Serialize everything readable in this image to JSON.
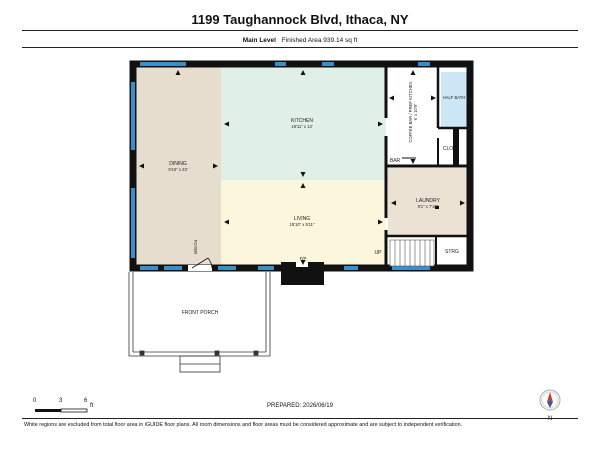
{
  "title": "1199 Taughannock Blvd, Ithaca, NY",
  "level": {
    "name": "Main Level",
    "area": "Finished Area 939.14 sq ft"
  },
  "rooms": {
    "dining": {
      "name": "DINING",
      "dims": "9'10\" x 23'"
    },
    "kitchen": {
      "name": "KITCHEN",
      "dims": "18'11\" x 13'"
    },
    "living": {
      "name": "LIVING",
      "dims": "18'10\" x 9'11\""
    },
    "laundry": {
      "name": "LAUNDRY",
      "dims": "9'1\" x 7'10\""
    },
    "coffee_bar": {
      "name": "COFFEE BAR / PREP KITCHEN",
      "dims": "6' x 10'9\""
    },
    "half_bath": "HALF BATH",
    "clo": "CLO",
    "bar": "BAR",
    "foyer": "FOYER",
    "up": "UP",
    "strg": "STRG",
    "front_porch": "FRONT PORCH",
    "fp": "F/P"
  },
  "scale": {
    "marks": [
      "0",
      "3",
      "6"
    ],
    "unit": "ft"
  },
  "prepared": "PREPARED: 2026/06/19",
  "footer": "White regions are excluded from total floor area in iGUIDE floor plans. All room dimensions and floor areas must be considered approximate and are subject to independent verification.",
  "compass_label": "N",
  "colors": {
    "dining": "#e6ddcf",
    "kitchen": "#e0f0e6",
    "living": "#fbf6dc",
    "laundry": "#ebe2d3",
    "half_bath": "#cde7f6",
    "window": "#3b8fc8",
    "wall": "#111111"
  }
}
